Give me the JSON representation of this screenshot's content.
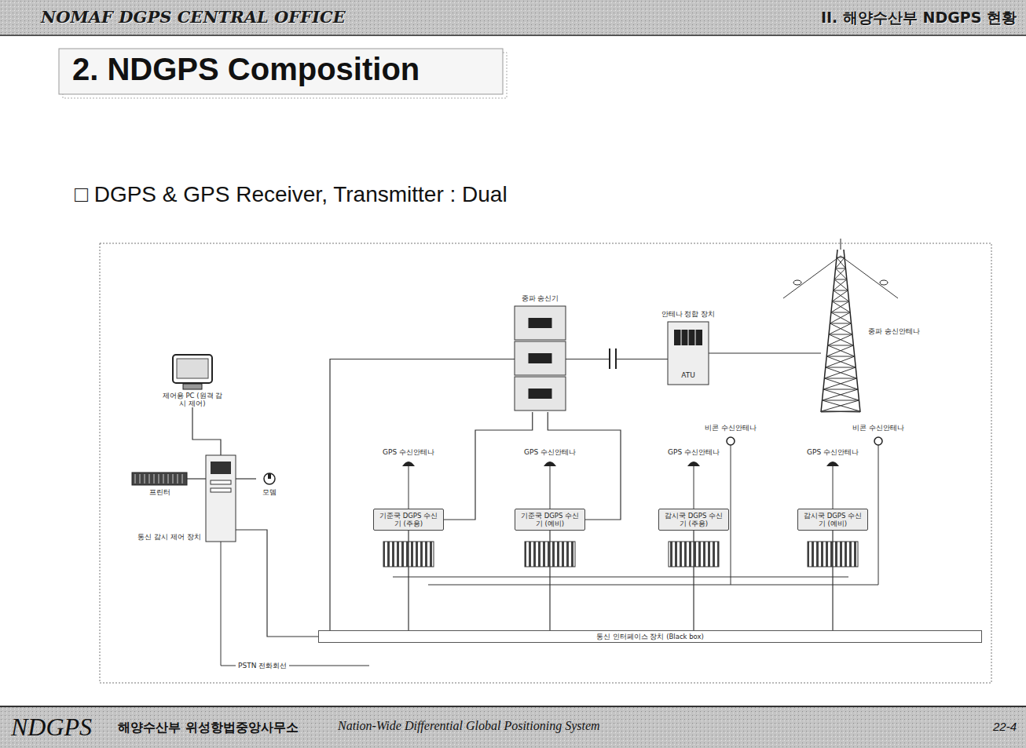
{
  "diagram": {
    "title": "2. NDGPS Composition",
    "nodes": [
      {
        "text": [
          "중파 송신기"
        ]
      },
      {
        "text": [
          "안테나 정합 장치",
          "ATU"
        ]
      },
      {
        "text": [
          "중파 송신안테나"
        ]
      },
      {
        "text": [
          "제어용 PC (원격 감시 제어)"
        ]
      },
      {
        "text": [
          "프린터"
        ]
      },
      {
        "text": [
          "통신 감시 제어 장치"
        ]
      },
      {
        "text": [
          "모뎀"
        ]
      },
      {
        "text": [
          "기준국 DGPS 수신기 (주용)"
        ]
      },
      {
        "text": [
          "기준국 DGPS 수신기 (예비)"
        ]
      },
      {
        "text": [
          "감시국 DGPS 수신기 (주용)"
        ]
      },
      {
        "text": [
          "감시국 DGPS 수신기 (예비)"
        ]
      },
      {
        "text": [
          "통신 인터페이스 장치 (Black box)"
        ]
      }
    ],
    "edges": [
      {
        "from": 0,
        "to": 1,
        "arrow": "none"
      },
      {
        "from": 1,
        "to": 2,
        "arrow": "none"
      },
      {
        "from": 0,
        "to": 11,
        "arrow": "none"
      },
      {
        "from": 0,
        "to": 7,
        "arrow": "none"
      },
      {
        "from": 0,
        "to": 8,
        "arrow": "none"
      },
      {
        "from": 7,
        "to": 11,
        "arrow": "none"
      },
      {
        "from": 8,
        "to": 11,
        "arrow": "none"
      },
      {
        "from": 9,
        "to": 11,
        "arrow": "none"
      },
      {
        "from": 10,
        "to": 11,
        "arrow": "none"
      },
      {
        "from": 5,
        "to": 11,
        "arrow": "none"
      },
      {
        "from": 5,
        "to": 3,
        "arrow": "none"
      },
      {
        "from": 5,
        "to": 4,
        "arrow": "none"
      },
      {
        "from": 5,
        "to": 6,
        "arrow": "none"
      }
    ],
    "labels": [
      "NOMAF DGPS CENTRAL OFFICE",
      "II. 해양수산부 NDGPS 현황",
      "□ DGPS & GPS Receiver, Transmitter : Dual",
      "GPS 수신안테나",
      "GPS 수신안테나",
      "GPS 수신안테나",
      "GPS 수신안테나",
      "비콘 수신안테나",
      "비콘 수신안테나",
      "PSTN 전화회선",
      "NDGPS",
      "해양수산부 위성항법중앙사무소",
      "Nation-Wide Differential Global Positioning System",
      "22-4"
    ]
  }
}
